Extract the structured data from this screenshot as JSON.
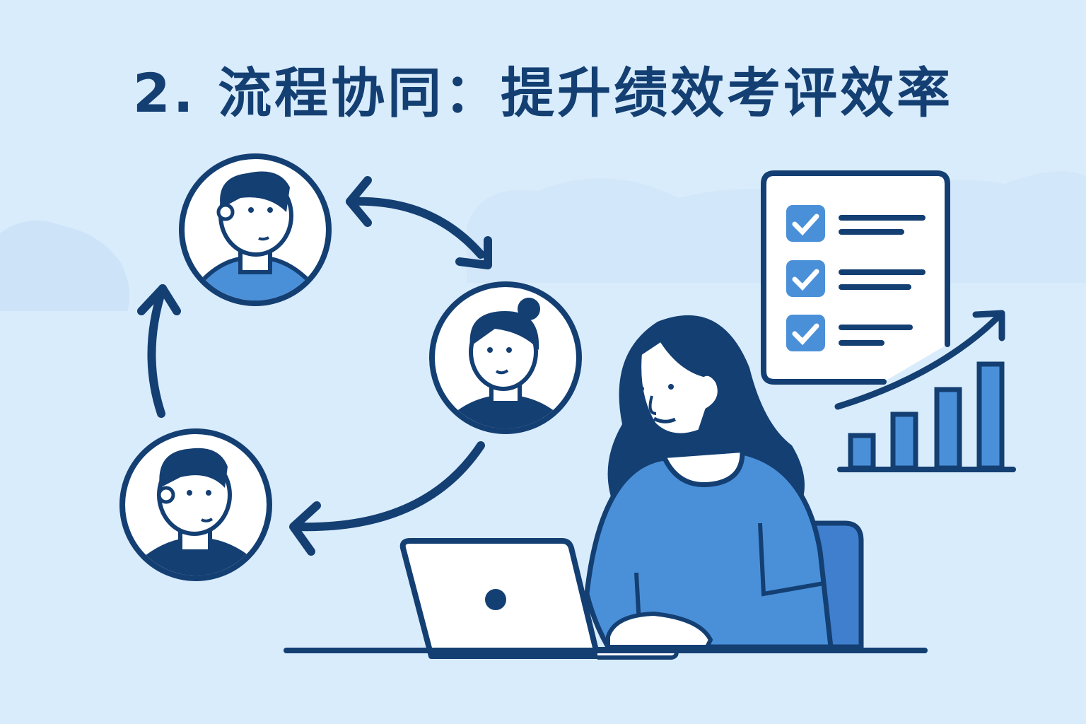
{
  "title": "2. 流程协同：提升绩效考评效率",
  "colors": {
    "background": "#d9ecfb",
    "navy": "#143f73",
    "accent_blue": "#4a90d9",
    "white": "#ffffff"
  },
  "illustration": {
    "collaborators": [
      "avatar-man-top",
      "avatar-woman-right",
      "avatar-man-bottom"
    ],
    "checklist_items": 3,
    "growth_bars": 4
  }
}
